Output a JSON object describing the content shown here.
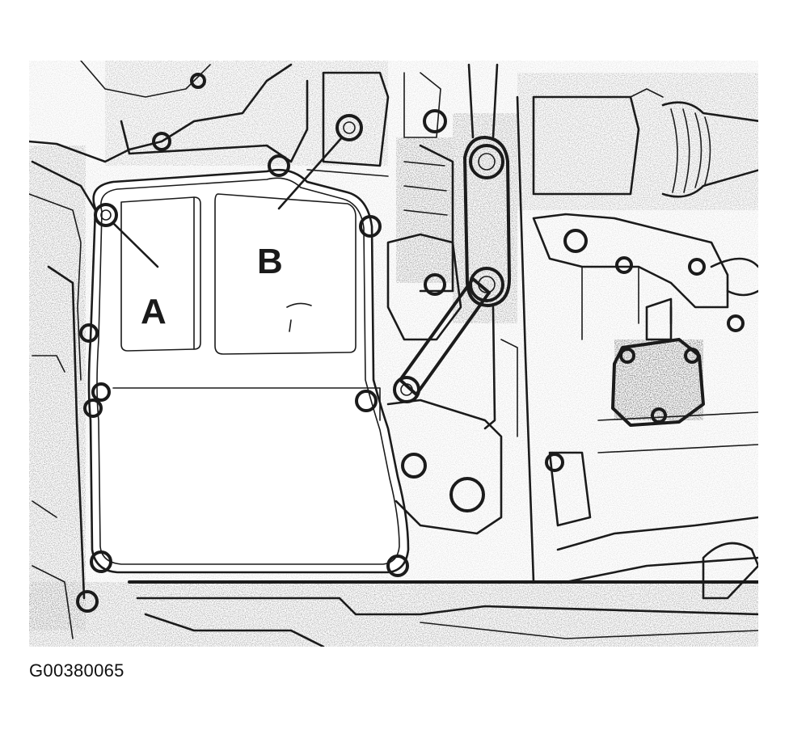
{
  "figure": {
    "code": "G00380065",
    "callouts": [
      {
        "id": "A",
        "label": "A"
      },
      {
        "id": "B",
        "label": "B"
      }
    ],
    "line_color": "#1b1b1b",
    "background": "#ffffff"
  }
}
